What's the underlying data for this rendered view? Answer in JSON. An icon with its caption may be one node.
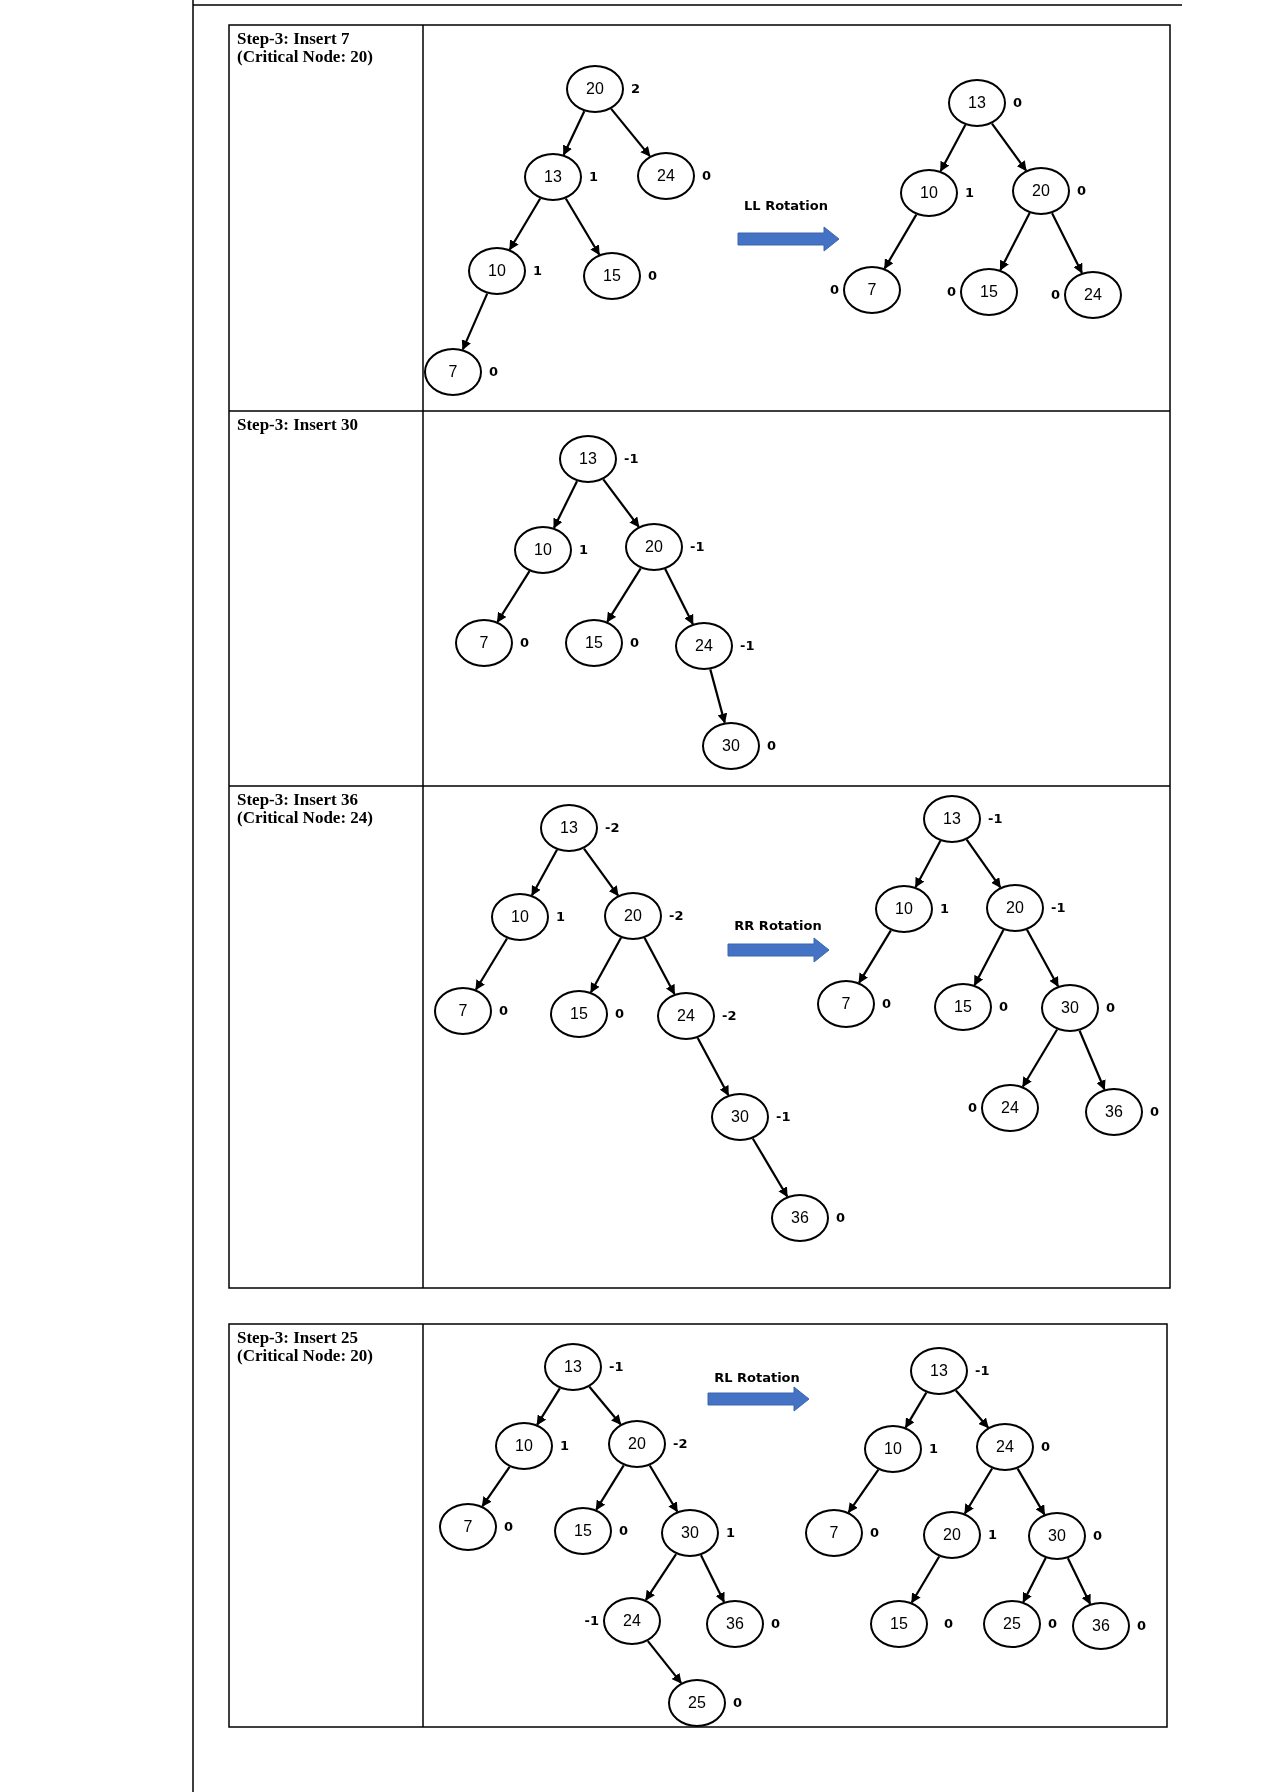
{
  "diagram": {
    "nodes": [
      {
        "text": [
          "20"
        ],
        "beside": [
          "2"
        ]
      },
      {
        "text": [
          "13"
        ],
        "beside": [
          "1"
        ]
      },
      {
        "text": [
          "24"
        ],
        "beside": [
          "0"
        ]
      },
      {
        "text": [
          "10"
        ],
        "beside": [
          "1"
        ]
      },
      {
        "text": [
          "15"
        ],
        "beside": [
          "0"
        ]
      },
      {
        "text": [
          "7"
        ],
        "beside": [
          "0"
        ]
      },
      {
        "text": [
          "13"
        ],
        "beside": [
          "0"
        ]
      },
      {
        "text": [
          "10"
        ],
        "beside": [
          "1"
        ]
      },
      {
        "text": [
          "20"
        ],
        "beside": [
          "0"
        ]
      },
      {
        "text": [
          "7"
        ],
        "beside": [
          "0"
        ]
      },
      {
        "text": [
          "15"
        ],
        "beside": [
          "0"
        ]
      },
      {
        "text": [
          "24"
        ],
        "beside": [
          "0"
        ]
      },
      {
        "text": [
          "13"
        ],
        "beside": [
          "-1"
        ]
      },
      {
        "text": [
          "10"
        ],
        "beside": [
          "1"
        ]
      },
      {
        "text": [
          "20"
        ],
        "beside": [
          "-1"
        ]
      },
      {
        "text": [
          "7"
        ],
        "beside": [
          "0"
        ]
      },
      {
        "text": [
          "15"
        ],
        "beside": [
          "0"
        ]
      },
      {
        "text": [
          "24"
        ],
        "beside": [
          "-1"
        ]
      },
      {
        "text": [
          "30"
        ],
        "beside": [
          "0"
        ]
      },
      {
        "text": [
          "13"
        ],
        "beside": [
          "-2"
        ]
      },
      {
        "text": [
          "10"
        ],
        "beside": [
          "1"
        ]
      },
      {
        "text": [
          "20"
        ],
        "beside": [
          "-2"
        ]
      },
      {
        "text": [
          "7"
        ],
        "beside": [
          "0"
        ]
      },
      {
        "text": [
          "15"
        ],
        "beside": [
          "0"
        ]
      },
      {
        "text": [
          "24"
        ],
        "beside": [
          "-2"
        ]
      },
      {
        "text": [
          "30"
        ],
        "beside": [
          "-1"
        ]
      },
      {
        "text": [
          "36"
        ],
        "beside": [
          "0"
        ]
      },
      {
        "text": [
          "13"
        ],
        "beside": [
          "-1"
        ]
      },
      {
        "text": [
          "10"
        ],
        "beside": [
          "1"
        ]
      },
      {
        "text": [
          "20"
        ],
        "beside": [
          "-1"
        ]
      },
      {
        "text": [
          "7"
        ],
        "beside": [
          "0"
        ]
      },
      {
        "text": [
          "15"
        ],
        "beside": [
          "0"
        ]
      },
      {
        "text": [
          "30"
        ],
        "beside": [
          "0"
        ]
      },
      {
        "text": [
          "24"
        ],
        "beside": [
          "0"
        ]
      },
      {
        "text": [
          "36"
        ],
        "beside": [
          "0"
        ]
      },
      {
        "text": [
          "13"
        ],
        "beside": [
          "-1"
        ]
      },
      {
        "text": [
          "10"
        ],
        "beside": [
          "1"
        ]
      },
      {
        "text": [
          "20"
        ],
        "beside": [
          "-2"
        ]
      },
      {
        "text": [
          "7"
        ],
        "beside": [
          "0"
        ]
      },
      {
        "text": [
          "15"
        ],
        "beside": [
          "0"
        ]
      },
      {
        "text": [
          "30"
        ],
        "beside": [
          "1"
        ]
      },
      {
        "text": [
          "24"
        ],
        "beside": [
          "-1"
        ]
      },
      {
        "text": [
          "36"
        ],
        "beside": [
          "0"
        ]
      },
      {
        "text": [
          "25"
        ],
        "beside": [
          "0"
        ]
      },
      {
        "text": [
          "13"
        ],
        "beside": [
          "-1"
        ]
      },
      {
        "text": [
          "10"
        ],
        "beside": [
          "1"
        ]
      },
      {
        "text": [
          "24"
        ],
        "beside": [
          "0"
        ]
      },
      {
        "text": [
          "7"
        ],
        "beside": [
          "0"
        ]
      },
      {
        "text": [
          "20"
        ],
        "beside": [
          "1"
        ]
      },
      {
        "text": [
          "30"
        ],
        "beside": [
          "0"
        ]
      },
      {
        "text": [
          "15"
        ],
        "beside": [
          "0"
        ]
      },
      {
        "text": [
          "25"
        ],
        "beside": [
          "0"
        ]
      },
      {
        "text": [
          "36"
        ],
        "beside": [
          "0"
        ]
      }
    ],
    "edges": [
      {
        "from": 0,
        "to": 1,
        "arrow": "to"
      },
      {
        "from": 0,
        "to": 2,
        "arrow": "to"
      },
      {
        "from": 1,
        "to": 3,
        "arrow": "to"
      },
      {
        "from": 1,
        "to": 4,
        "arrow": "to"
      },
      {
        "from": 3,
        "to": 5,
        "arrow": "to"
      },
      {
        "from": 6,
        "to": 7,
        "arrow": "to"
      },
      {
        "from": 6,
        "to": 8,
        "arrow": "to"
      },
      {
        "from": 7,
        "to": 9,
        "arrow": "to"
      },
      {
        "from": 8,
        "to": 10,
        "arrow": "to"
      },
      {
        "from": 8,
        "to": 11,
        "arrow": "to"
      },
      {
        "from": 12,
        "to": 13,
        "arrow": "to"
      },
      {
        "from": 12,
        "to": 14,
        "arrow": "to"
      },
      {
        "from": 13,
        "to": 15,
        "arrow": "to"
      },
      {
        "from": 14,
        "to": 16,
        "arrow": "to"
      },
      {
        "from": 14,
        "to": 17,
        "arrow": "to"
      },
      {
        "from": 17,
        "to": 18,
        "arrow": "to"
      },
      {
        "from": 19,
        "to": 20,
        "arrow": "to"
      },
      {
        "from": 19,
        "to": 21,
        "arrow": "to"
      },
      {
        "from": 20,
        "to": 22,
        "arrow": "to"
      },
      {
        "from": 21,
        "to": 23,
        "arrow": "to"
      },
      {
        "from": 21,
        "to": 24,
        "arrow": "to"
      },
      {
        "from": 24,
        "to": 25,
        "arrow": "to"
      },
      {
        "from": 25,
        "to": 26,
        "arrow": "to"
      },
      {
        "from": 27,
        "to": 28,
        "arrow": "to"
      },
      {
        "from": 27,
        "to": 29,
        "arrow": "to"
      },
      {
        "from": 28,
        "to": 30,
        "arrow": "to"
      },
      {
        "from": 29,
        "to": 31,
        "arrow": "to"
      },
      {
        "from": 29,
        "to": 32,
        "arrow": "to"
      },
      {
        "from": 32,
        "to": 33,
        "arrow": "to"
      },
      {
        "from": 32,
        "to": 34,
        "arrow": "to"
      },
      {
        "from": 35,
        "to": 36,
        "arrow": "to"
      },
      {
        "from": 35,
        "to": 37,
        "arrow": "to"
      },
      {
        "from": 36,
        "to": 38,
        "arrow": "to"
      },
      {
        "from": 37,
        "to": 39,
        "arrow": "to"
      },
      {
        "from": 37,
        "to": 40,
        "arrow": "to"
      },
      {
        "from": 40,
        "to": 41,
        "arrow": "to"
      },
      {
        "from": 40,
        "to": 42,
        "arrow": "to"
      },
      {
        "from": 41,
        "to": 43,
        "arrow": "to"
      },
      {
        "from": 44,
        "to": 45,
        "arrow": "to"
      },
      {
        "from": 44,
        "to": 46,
        "arrow": "to"
      },
      {
        "from": 45,
        "to": 47,
        "arrow": "to"
      },
      {
        "from": 46,
        "to": 48,
        "arrow": "to"
      },
      {
        "from": 46,
        "to": 49,
        "arrow": "to"
      },
      {
        "from": 48,
        "to": 50,
        "arrow": "to"
      },
      {
        "from": 49,
        "to": 51,
        "arrow": "to"
      },
      {
        "from": 49,
        "to": 52,
        "arrow": "to"
      }
    ],
    "labels": [
      "Step-3: Insert 7 (Critical Node: 20)",
      "LL Rotation",
      "Step-3: Insert 30",
      "Step-3: Insert 36 (Critical Node: 24)",
      "RR Rotation",
      "Step-3: Insert 25 (Critical Node: 20)",
      "RL Rotation"
    ]
  }
}
